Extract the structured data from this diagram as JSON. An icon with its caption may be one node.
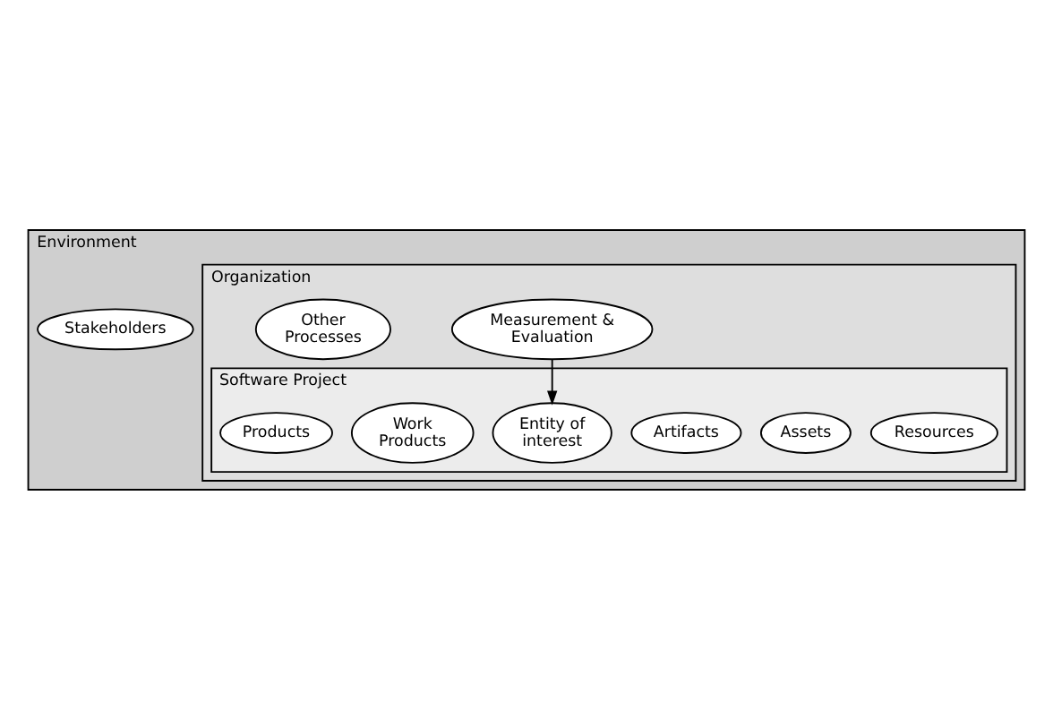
{
  "diagram": {
    "nodes": [
      {
        "text": [
          "Environment"
        ]
      },
      {
        "text": [
          "Organization"
        ],
        "in": 0
      },
      {
        "text": [
          "Software Project"
        ],
        "in": 1
      },
      {
        "text": [
          "Stakeholders"
        ],
        "in": 0
      },
      {
        "text": [
          "Resources"
        ],
        "in": 2
      },
      {
        "text": [
          "Assets"
        ],
        "in": 2
      },
      {
        "text": [
          "Artifacts"
        ],
        "in": 2
      },
      {
        "text": [
          "Entity of interest"
        ],
        "in": 2
      },
      {
        "text": [
          "Work Products"
        ],
        "in": 2
      },
      {
        "text": [
          "Products"
        ],
        "in": 2
      },
      {
        "text": [
          "Measurement & Evaluation"
        ],
        "in": 1
      },
      {
        "text": [
          "Other Processes"
        ],
        "in": 1
      }
    ],
    "edges": [
      {
        "from": 10,
        "to": 7,
        "arrow": "to"
      }
    ]
  }
}
